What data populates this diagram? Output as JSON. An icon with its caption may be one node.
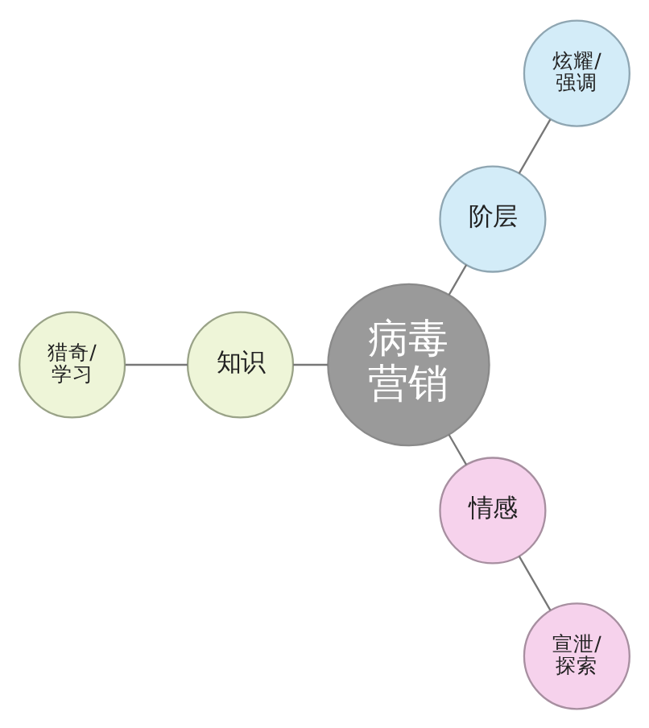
{
  "diagram": {
    "nodes": [
      {
        "text": [
          "炫耀/强调"
        ]
      },
      {
        "text": [
          "阶层"
        ]
      },
      {
        "text": [
          "猎奇/学习"
        ]
      },
      {
        "text": [
          "知识"
        ]
      },
      {
        "text": [
          "病毒营销"
        ]
      },
      {
        "text": [
          "情感"
        ]
      },
      {
        "text": [
          "宣泄/探索"
        ]
      }
    ],
    "edges": [
      {
        "from": 4,
        "to": 1,
        "arrow": "none"
      },
      {
        "from": 1,
        "to": 0,
        "arrow": "none"
      },
      {
        "from": 4,
        "to": 3,
        "arrow": "none"
      },
      {
        "from": 3,
        "to": 2,
        "arrow": "none"
      },
      {
        "from": 4,
        "to": 5,
        "arrow": "none"
      },
      {
        "from": 5,
        "to": 6,
        "arrow": "none"
      }
    ]
  }
}
